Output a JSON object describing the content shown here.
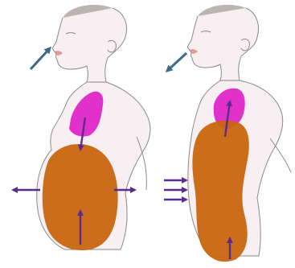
{
  "figures": [
    {
      "id": "inhalation",
      "lung_color": "#e020c8",
      "abdomen_color": "#c8650f",
      "arrows": [
        "airflow-in-arrow",
        "lung-down-arrow",
        "abdomen-left-arrow",
        "abdomen-right-arrow",
        "abdomen-up-arrow"
      ]
    },
    {
      "id": "exhalation",
      "lung_color": "#e020c8",
      "abdomen_color": "#c8650f",
      "arrows": [
        "airflow-out-arrow",
        "lung-up-arrow",
        "abdomen-inward-arrows",
        "abdomen-bottom-up-arrow"
      ]
    }
  ],
  "colors": {
    "outline": "#8a8a8a",
    "hair": "#9a9090",
    "skin": "#f6eef0",
    "arrow": "#5a2c8c",
    "airflow_arrow": "#3d6a8a",
    "lips": "#d87878"
  }
}
